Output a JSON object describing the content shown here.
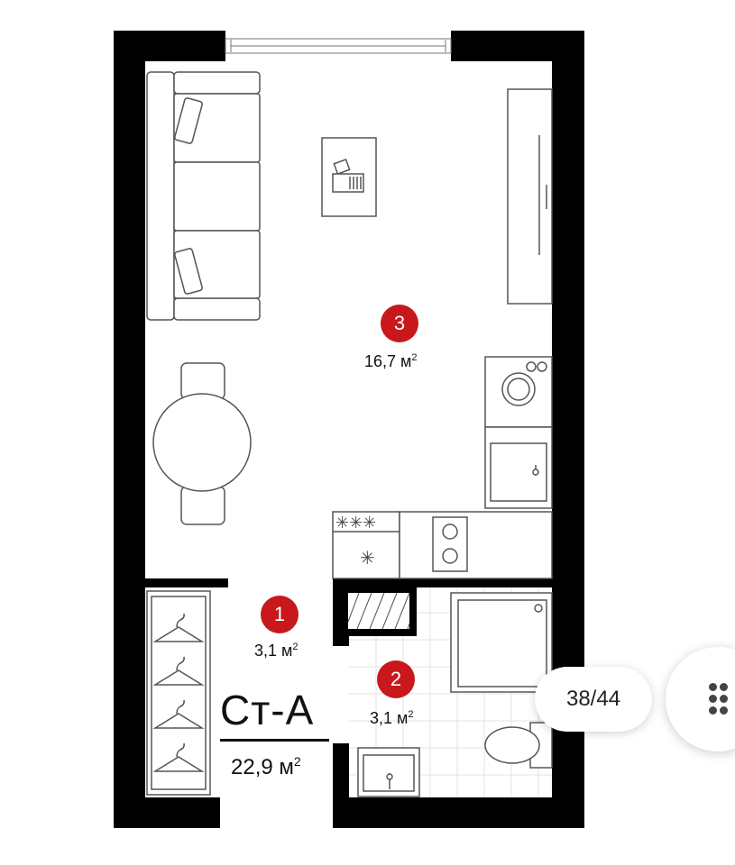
{
  "plan": {
    "rooms": [
      {
        "number": "3",
        "area": "16,7 м",
        "unit_sup": "2"
      },
      {
        "number": "1",
        "area": "3,1 м",
        "unit_sup": "2"
      },
      {
        "number": "2",
        "area": "3,1 м",
        "unit_sup": "2"
      }
    ],
    "apartment": {
      "name": "Ст-А",
      "area": "22,9 м",
      "unit_sup": "2"
    },
    "stove_glyphs": "✳✳✳",
    "fridge_glyph": "✳",
    "accent_color": "#c8181c",
    "wall_color": "#000000"
  },
  "viewer": {
    "counter": "38/44",
    "grid_icon": "grid-dots-icon"
  }
}
